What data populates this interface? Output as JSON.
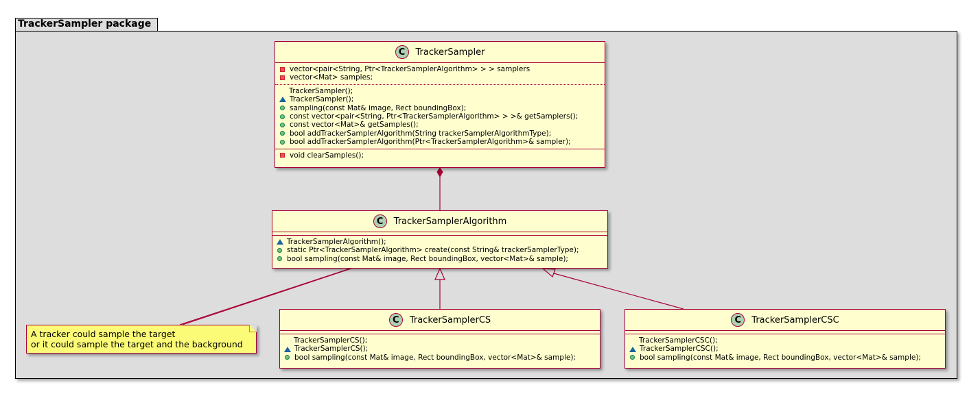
{
  "package": {
    "title": "TrackerSampler package"
  },
  "classes": {
    "tracker_sampler": {
      "name": "TrackerSampler",
      "fields": [
        {
          "vis": "private",
          "text": "vector<pair<String, Ptr<TrackerSamplerAlgorithm> > > samplers"
        },
        {
          "vis": "private",
          "text": "vector<Mat> samples;"
        }
      ],
      "methods_a": [
        {
          "vis": "none",
          "text": "TrackerSampler();"
        },
        {
          "vis": "package",
          "text": "TrackerSampler();"
        },
        {
          "vis": "public",
          "text": "sampling(const Mat& image, Rect boundingBox);"
        },
        {
          "vis": "public",
          "text": "const vector<pair<String, Ptr<TrackerSamplerAlgorithm> > >& getSamplers();"
        },
        {
          "vis": "public",
          "text": "const vector<Mat>& getSamples();"
        },
        {
          "vis": "public",
          "text": "bool addTrackerSamplerAlgorithm(String trackerSamplerAlgorithmType);"
        },
        {
          "vis": "public",
          "text": "bool addTrackerSamplerAlgorithm(Ptr<TrackerSamplerAlgorithm>& sampler);"
        }
      ],
      "methods_b": [
        {
          "vis": "private",
          "text": "void clearSamples();"
        }
      ]
    },
    "tracker_sampler_algorithm": {
      "name": "TrackerSamplerAlgorithm",
      "methods": [
        {
          "vis": "package",
          "text": "TrackerSamplerAlgorithm();"
        },
        {
          "vis": "public",
          "text": "static Ptr<TrackerSamplerAlgorithm> create(const String& trackerSamplerType);"
        },
        {
          "vis": "public",
          "text": "bool sampling(const Mat& image, Rect boundingBox, vector<Mat>& sample);"
        }
      ]
    },
    "tracker_sampler_cs": {
      "name": "TrackerSamplerCS",
      "methods": [
        {
          "vis": "none",
          "text": "TrackerSamplerCS();"
        },
        {
          "vis": "package",
          "text": "TrackerSamplerCS();"
        },
        {
          "vis": "public",
          "text": "bool sampling(const Mat& image, Rect boundingBox, vector<Mat>& sample);"
        }
      ]
    },
    "tracker_sampler_csc": {
      "name": "TrackerSamplerCSC",
      "methods": [
        {
          "vis": "none",
          "text": "TrackerSamplerCSC();"
        },
        {
          "vis": "package",
          "text": "TrackerSamplerCSC();"
        },
        {
          "vis": "public",
          "text": "bool sampling(const Mat& image, Rect boundingBox, vector<Mat>& sample);"
        }
      ]
    }
  },
  "note": {
    "line1": "A tracker could sample the target",
    "line2": "or it could sample the target and the background"
  },
  "badge_letter": "C",
  "colors": {
    "class_fill": "#FEFECE",
    "class_border": "#A80036",
    "package_fill": "#DDDDDD",
    "note_fill": "#FBFB77",
    "badge_fill": "#ADD1B2"
  }
}
